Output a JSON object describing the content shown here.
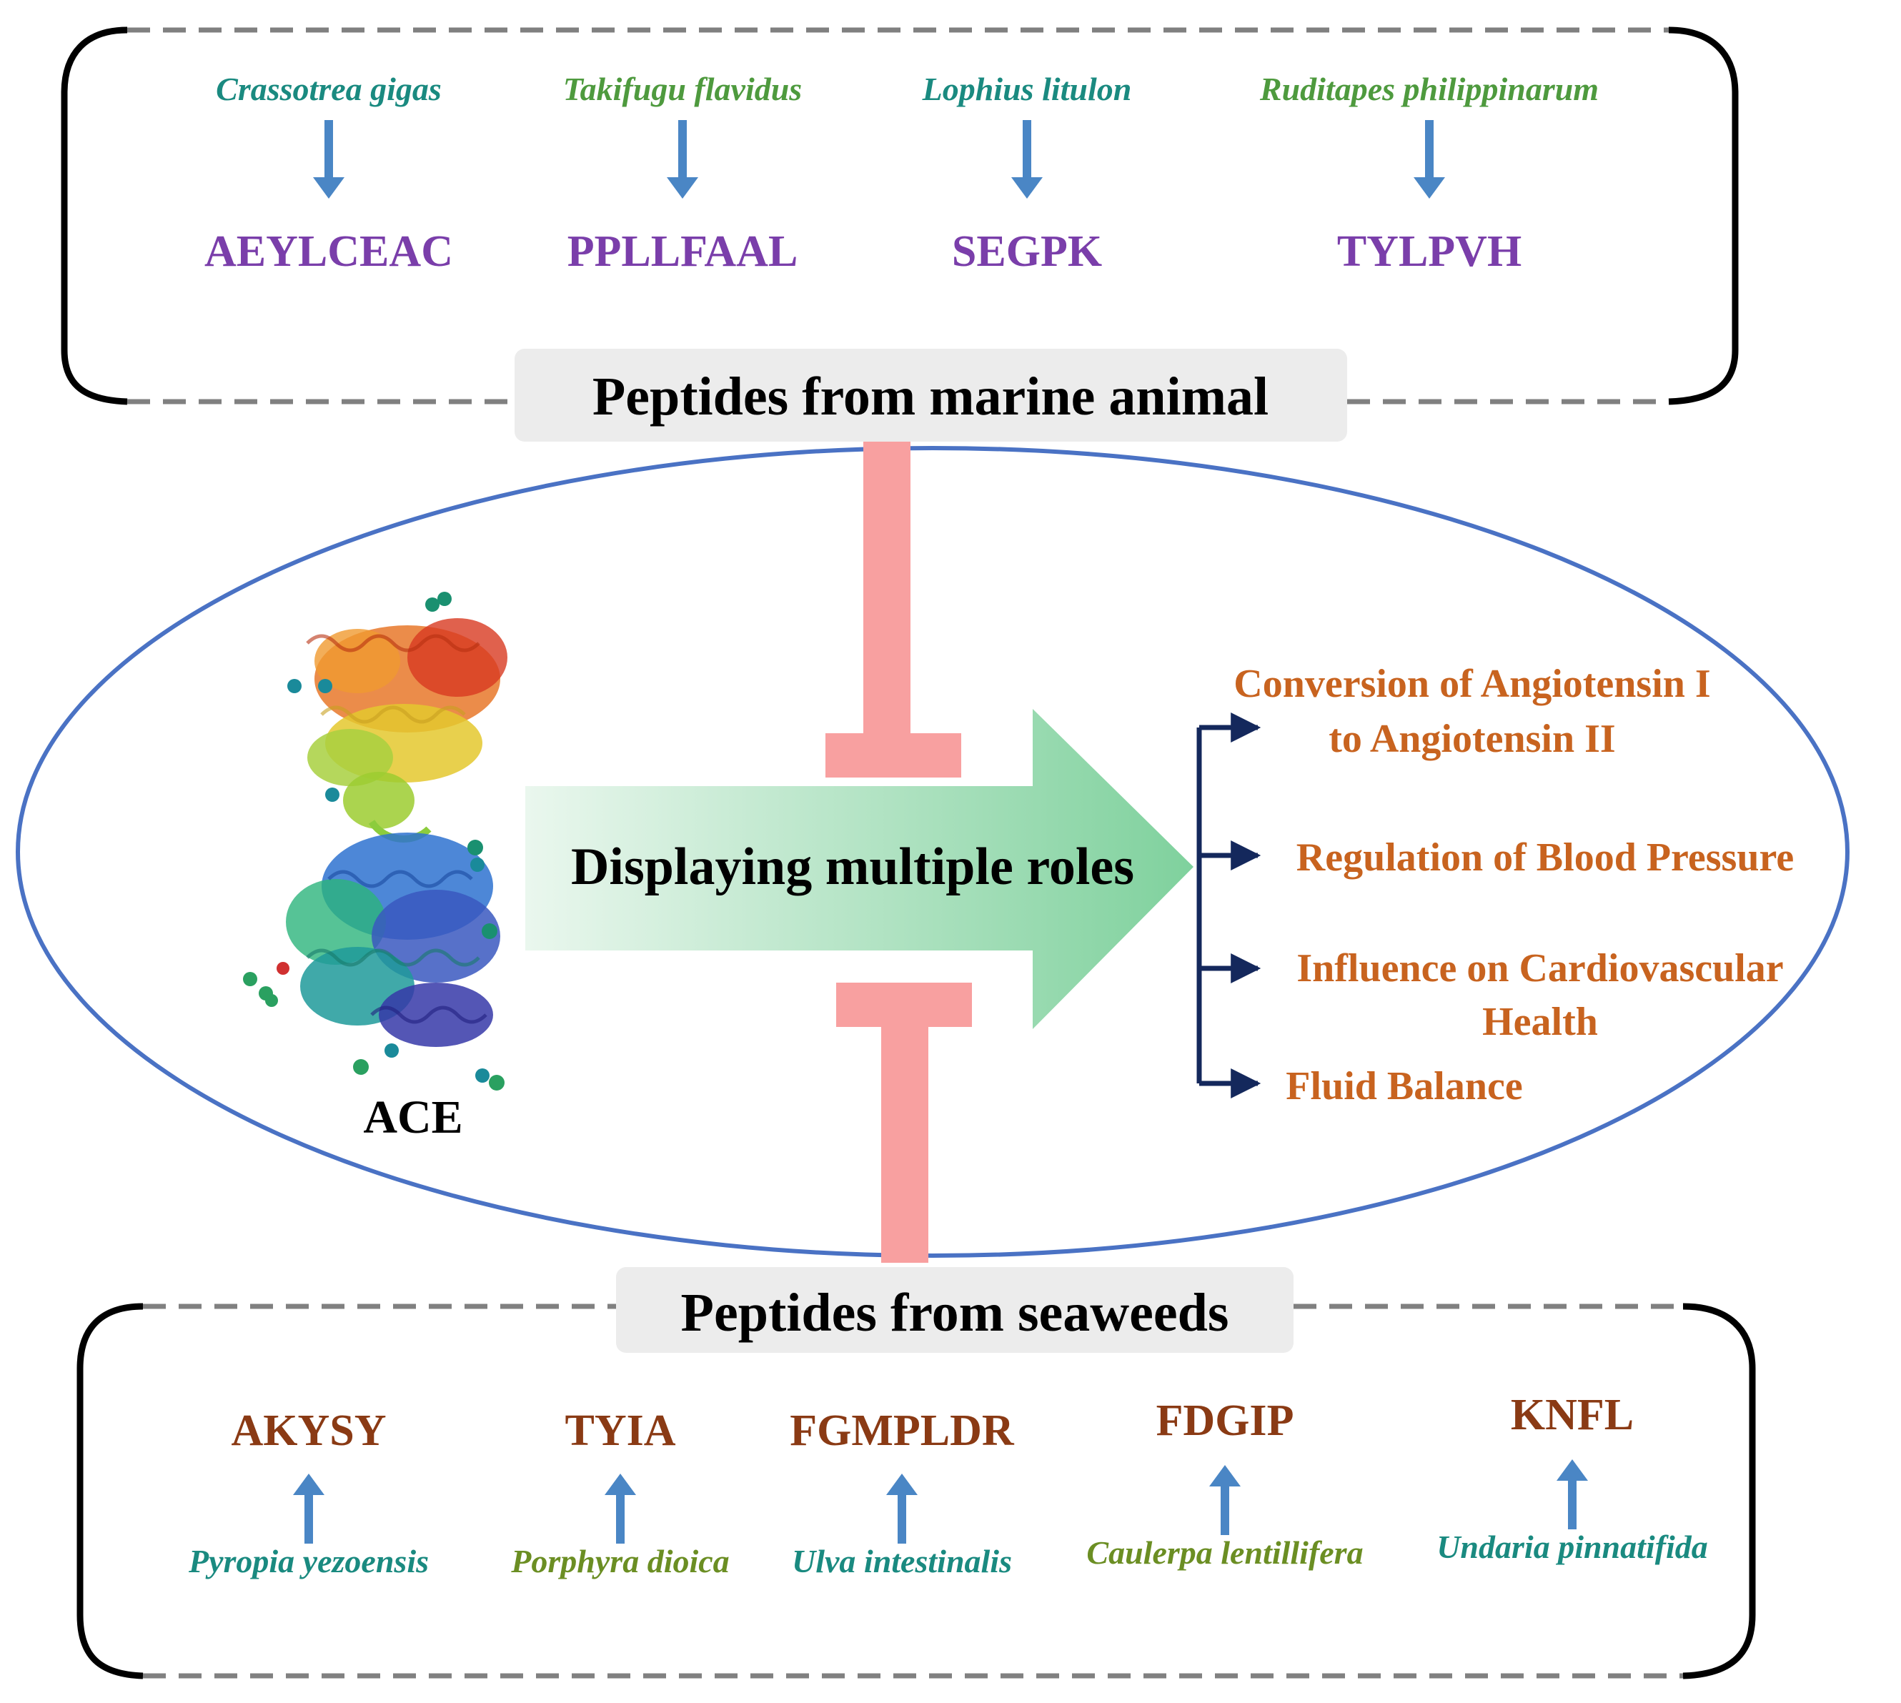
{
  "marine_animal": {
    "title": "Peptides from marine animal",
    "items": [
      {
        "species": "Crassotrea gigas",
        "peptide": "AEYLCEAC"
      },
      {
        "species": "Takifugu flavidus",
        "peptide": "PPLLFAAL"
      },
      {
        "species": "Lophius litulon",
        "peptide": "SEGPK"
      },
      {
        "species": "Ruditapes philippinarum",
        "peptide": "TYLPVH"
      }
    ]
  },
  "center": {
    "enzyme_label": "ACE",
    "arrow_label": "Displaying multiple roles",
    "roles": [
      {
        "line1": "Conversion of Angiotensin I",
        "line2": "to Angiotensin II"
      },
      {
        "line1": "Regulation of Blood Pressure",
        "line2": ""
      },
      {
        "line1": "Influence on Cardiovascular",
        "line2": "Health"
      },
      {
        "line1": "Fluid Balance",
        "line2": ""
      }
    ]
  },
  "seaweeds": {
    "title": "Peptides from seaweeds",
    "items": [
      {
        "species": "Pyropia yezoensis",
        "peptide": "AKYSY"
      },
      {
        "species": "Porphyra dioica",
        "peptide": "TYIA"
      },
      {
        "species": "Ulva intestinalis",
        "peptide": "FGMPLDR"
      },
      {
        "species": "Caulerpa lentillifera",
        "peptide": "FDGIP"
      },
      {
        "species": "Undaria pinnatifida",
        "peptide": "KNFL"
      }
    ]
  },
  "colors": {
    "species_teal": "#1a8a80",
    "species_green": "#4e9a3e",
    "species_olive": "#6b8e23",
    "arrow_blue": "#4a86c5",
    "inhibitor_pink": "#f8a0a0",
    "ellipse_blue": "#4a72c4",
    "role_orange": "#c8631f",
    "bracket_navy": "#14285c"
  }
}
